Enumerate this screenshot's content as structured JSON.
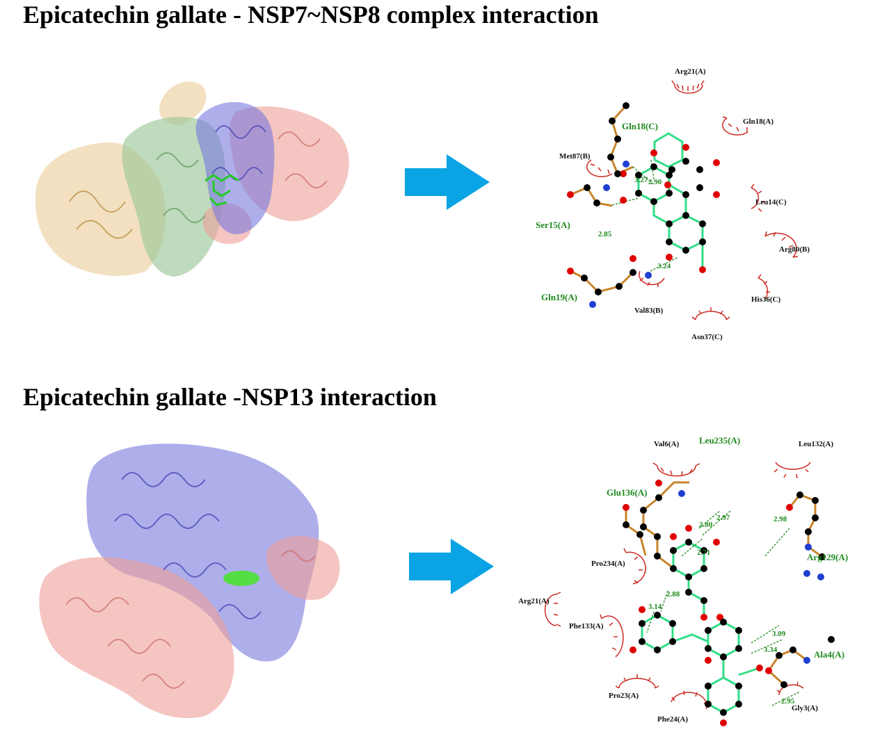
{
  "panels": [
    {
      "title": "Epicatechin gallate - NSP7~NSP8 complex interaction",
      "residues": [
        "Arg21(A)",
        "Gln18(A)",
        "Met87(B)",
        "Leu14(C)",
        "Arg80(B)",
        "His36(C)",
        "Val83(B)",
        "Asn37(C)"
      ],
      "hbond_residues": [
        "Gln18(C)",
        "Ser15(A)",
        "Gln19(A)"
      ],
      "distances": [
        "3.27",
        "2.90",
        "2.85",
        "3.24"
      ]
    },
    {
      "title": "Epicatechin gallate -NSP13 interaction",
      "residues": [
        "Val6(A)",
        "Leu132(A)",
        "Pro234(A)",
        "Arg21(A)",
        "Phe133(A)",
        "Pro23(A)",
        "Phe24(A)",
        "Gly3(A)"
      ],
      "hbond_residues": [
        "Leu235(A)",
        "Glu136(A)",
        "Arg129(A)",
        "Ala4(A)"
      ],
      "distances": [
        "2.80",
        "2.97",
        "2.71",
        "2.98",
        "2.88",
        "3.14",
        "3.09",
        "3.34",
        "2.95"
      ]
    }
  ],
  "colors": {
    "arrow": "#0aa3e3",
    "ligand_bond": "#33dd88",
    "residue_bond": "#c8842a",
    "hbond_line": "#1e8a1e",
    "hbond_label": "#1e8a1e",
    "hydrophobic_arc": "#cc2a22",
    "carbon": "#000000",
    "oxygen": "#e00000",
    "nitrogen": "#1f3fd0",
    "protein_blue": "#7878dd",
    "protein_pink": "#ee9e98",
    "protein_green": "#9cc89a",
    "protein_tan": "#e8c68e"
  },
  "icons": [
    "right-arrow-icon",
    "hydrophobic-arc-icon"
  ]
}
